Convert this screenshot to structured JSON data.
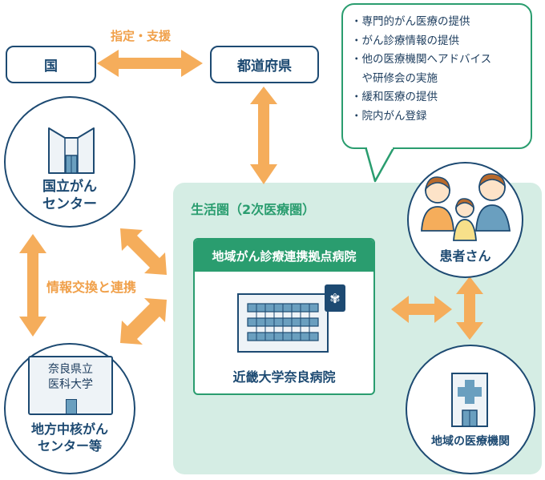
{
  "labels": {
    "designation_support": "指定・支援",
    "info_exchange": "情報交換と連携",
    "zone_title": "生活圏（2次医療圏）"
  },
  "nodes": {
    "country": "国",
    "prefecture": "都道府県",
    "national_center": [
      "国立がん",
      "センター"
    ],
    "regional_center": [
      "地方中核がん",
      "センター等"
    ],
    "nara_pref_univ": [
      "奈良県立",
      "医科大学"
    ],
    "patient": "患者さん",
    "local_medical": "地域の医療機関"
  },
  "hospital": {
    "role": "地域がん診療連携拠点病院",
    "name": "近畿大学奈良病院"
  },
  "services": [
    "・専門的がん医療の提供",
    "・がん診療情報の提供",
    "・他の医療機関へアドバイス",
    "　や研修会の実施",
    "・緩和医療の提供",
    "・院内がん登録"
  ],
  "colors": {
    "navy": "#1d4a72",
    "green": "#2a9d6f",
    "orange": "#f5ad5b",
    "zone": "#d5ede4"
  }
}
